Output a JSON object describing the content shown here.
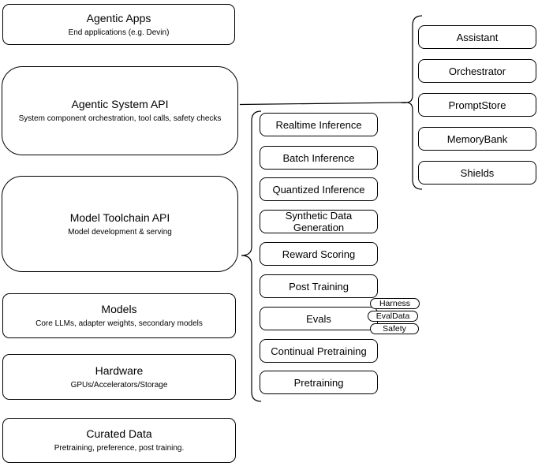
{
  "diagram": {
    "colors": {
      "stroke": "#000000",
      "background": "#ffffff",
      "text": "#000000"
    },
    "stack_layers": [
      {
        "title": "Agentic Apps",
        "subtitle": "End applications (e.g. Devin)"
      },
      {
        "title": "Agentic System API",
        "subtitle": "System component orchestration, tool calls, safety checks"
      },
      {
        "title": "Model Toolchain API",
        "subtitle": "Model development & serving"
      },
      {
        "title": "Models",
        "subtitle": "Core LLMs, adapter weights, secondary models"
      },
      {
        "title": "Hardware",
        "subtitle": "GPUs/Accelerators/Storage"
      },
      {
        "title": "Curated Data",
        "subtitle": "Pretraining, preference, post training."
      }
    ],
    "toolchain_components": [
      "Realtime Inference",
      "Batch Inference",
      "Quantized Inference",
      "Synthetic Data Generation",
      "Reward Scoring",
      "Post Training",
      "Evals",
      "Continual Pretraining",
      "Pretraining"
    ],
    "evals_tags": [
      "Harness",
      "EvalData",
      "Safety"
    ],
    "system_components": [
      "Assistant",
      "Orchestrator",
      "PromptStore",
      "MemoryBank",
      "Shields"
    ]
  }
}
